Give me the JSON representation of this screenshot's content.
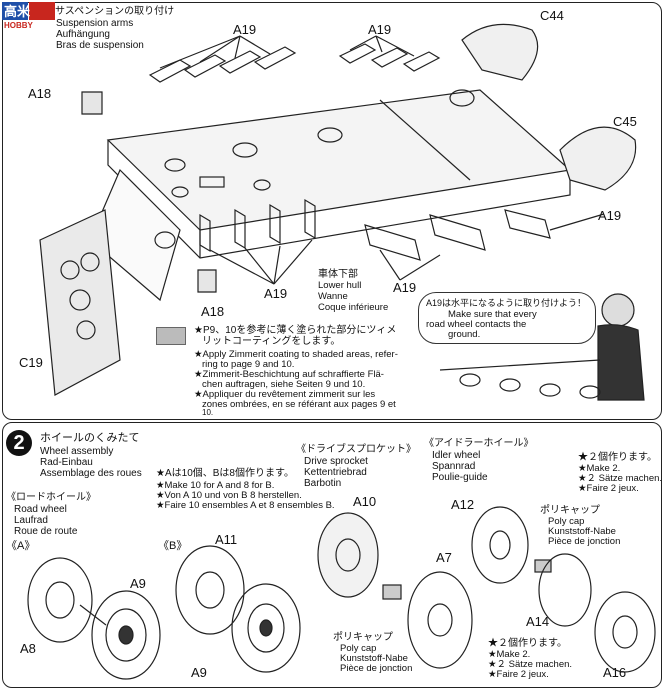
{
  "logo": {
    "text": "HOBBY",
    "sub": "高米"
  },
  "step1": {
    "title_jp": "サスペンションの取り付け",
    "title_en": "Suspension arms",
    "title_de": "Aufhängung",
    "title_fr": "Bras de suspension",
    "parts": {
      "a19_1": "A19",
      "a19_2": "A19",
      "a19_3": "A19",
      "a19_4": "A19",
      "a19_5": "A19",
      "a18_1": "A18",
      "a18_2": "A18",
      "c44": "C44",
      "c45": "C45",
      "c19": "C19"
    },
    "hull_jp": "車体下部",
    "hull_en": "Lower hull",
    "hull_de": "Wanne",
    "hull_fr": "Coque inférieure",
    "zimmerit_jp_1": "★P9、10を参考に薄く塗られた部分にツィメ",
    "zimmerit_jp_2": "リットコーティングをします。",
    "zimmerit_en_1": "★Apply Zimmerit coating to shaded areas, refer-",
    "zimmerit_en_2": "ring to page 9 and 10.",
    "zimmerit_de_1": "★Zimmerit-Beschichtung auf schraffierte Flä-",
    "zimmerit_de_2": "chen auftragen, siehe Seiten 9 und 10.",
    "zimmerit_fr_1": "★Appliquer du revêtement zimmerit sur les",
    "zimmerit_fr_2": "zones ombrées, en se référant aux pages 9 et",
    "zimmerit_fr_3": "10.",
    "bubble_jp": "A19は水平になるように取り付けよう！",
    "bubble_en_1": "Make sure that every",
    "bubble_en_2": "road wheel contacts the",
    "bubble_en_3": "ground."
  },
  "step2": {
    "number": "2",
    "title_jp": "ホイールのくみたて",
    "title_en": "Wheel assembly",
    "title_de": "Rad-Einbau",
    "title_fr": "Assemblage des roues",
    "note_jp": "★Aは10個、Bは8個作ります。",
    "note_en": "★Make 10 for A and 8 for B.",
    "note_de": "★Von A 10 und von B 8 herstellen.",
    "note_fr": "★Faire 10 ensembles A et 8 ensembles B.",
    "road_jp": "《ロードホイール》",
    "road_en": "Road wheel",
    "road_de": "Laufrad",
    "road_fr": "Roue de route",
    "variant_a": "《A》",
    "variant_b": "《B》",
    "sprocket_jp": "《ドライブスプロケット》",
    "sprocket_en": "Drive sprocket",
    "sprocket_de": "Kettentriebrad",
    "sprocket_fr": "Barbotin",
    "idler_jp": "《アイドラーホイール》",
    "idler_en": "Idler wheel",
    "idler_de": "Spannrad",
    "idler_fr": "Poulie-guide",
    "make2_jp_1": "★２個作ります。",
    "make2_en_1": "★Make 2.",
    "make2_de_1": "★２ Sätze machen.",
    "make2_fr_1": "★Faire 2 jeux.",
    "make2_jp_2": "★２個作ります。",
    "make2_en_2": "★Make 2.",
    "make2_de_2": "★２ Sätze machen.",
    "make2_fr_2": "★Faire 2 jeux.",
    "polycap1_jp": "ポリキャップ",
    "polycap1_en": "Poly cap",
    "polycap1_de": "Kunststoff-Nabe",
    "polycap1_fr": "Pièce de jonction",
    "polycap2_jp": "ポリキャップ",
    "polycap2_en": "Poly cap",
    "polycap2_de": "Kunststoff-Nabe",
    "polycap2_fr": "Pièce de jonction",
    "parts": {
      "a8": "A8",
      "a9_1": "A9",
      "a11": "A11",
      "a9_2": "A9",
      "a10": "A10",
      "a7": "A7",
      "a12": "A12",
      "a14": "A14",
      "a16": "A16"
    }
  }
}
